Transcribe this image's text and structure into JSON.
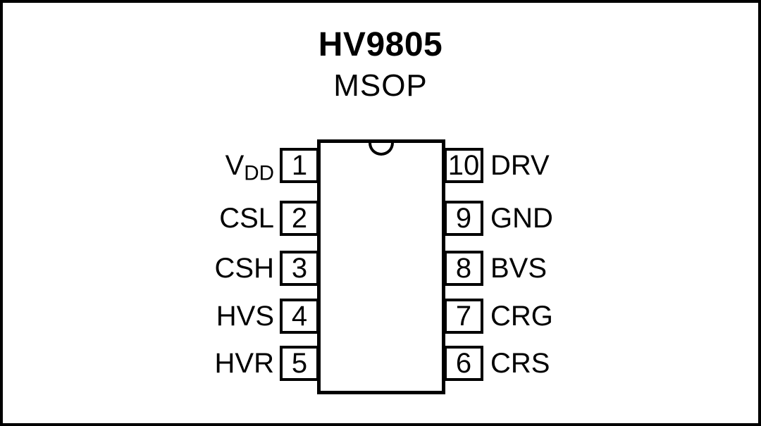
{
  "colors": {
    "background": "#ffffff",
    "ink": "#000000"
  },
  "header": {
    "title": "HV9805",
    "subtitle": "MSOP"
  },
  "chip": {
    "name": "HV9805",
    "package": "MSOP",
    "orientation_icon": "pin1-half-circle-notch",
    "pins": {
      "left": [
        {
          "number": "1",
          "label": "V",
          "label_sub": "DD"
        },
        {
          "number": "2",
          "label": "CSL",
          "label_sub": ""
        },
        {
          "number": "3",
          "label": "CSH",
          "label_sub": ""
        },
        {
          "number": "4",
          "label": "HVS",
          "label_sub": ""
        },
        {
          "number": "5",
          "label": "HVR",
          "label_sub": ""
        }
      ],
      "right": [
        {
          "number": "10",
          "label": "DRV"
        },
        {
          "number": "9",
          "label": "GND"
        },
        {
          "number": "8",
          "label": "BVS"
        },
        {
          "number": "7",
          "label": "CRG"
        },
        {
          "number": "6",
          "label": "CRS"
        }
      ]
    }
  }
}
